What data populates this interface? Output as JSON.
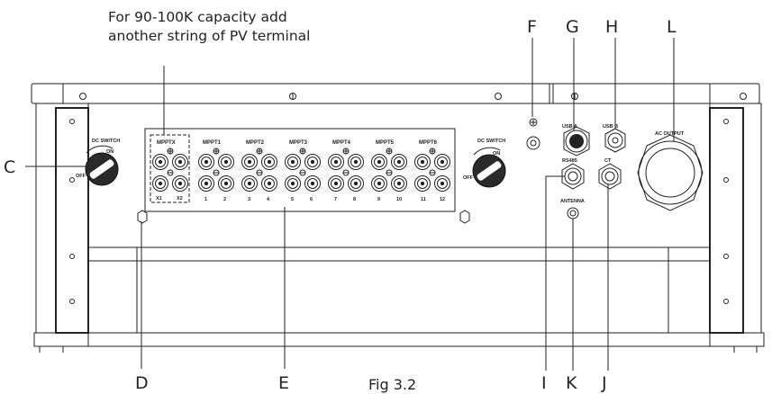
{
  "note": {
    "line1": "For 90-100K capacity add",
    "line2": "another string of PV terminal"
  },
  "caption": "Fig 3.2",
  "callouts": {
    "C": "C",
    "D": "D",
    "E": "E",
    "F": "F",
    "G": "G",
    "H": "H",
    "I": "I",
    "J": "J",
    "K": "K",
    "L": "L"
  },
  "switch_left": {
    "title": "DC SWITCH",
    "on": "ON",
    "off": "OFF"
  },
  "switch_right": {
    "title": "DC SWITCH",
    "on": "ON",
    "off": "OFF"
  },
  "mpptx": {
    "title": "MPPTX",
    "x1": "X1",
    "x2": "X2"
  },
  "mppts": [
    {
      "title": "MPPT1",
      "a": "1",
      "b": "2"
    },
    {
      "title": "MPPT2",
      "a": "3",
      "b": "4"
    },
    {
      "title": "MPPT3",
      "a": "5",
      "b": "6"
    },
    {
      "title": "MPPT4",
      "a": "7",
      "b": "8"
    },
    {
      "title": "MPPT5",
      "a": "9",
      "b": "10"
    },
    {
      "title": "MPPT6",
      "a": "11",
      "b": "12"
    }
  ],
  "ports": {
    "usb_a": "USB A",
    "usb_b": "USB B",
    "rs485": "RS485",
    "ct": "CT",
    "antenna": "ANTENNA",
    "ac_output": "AC OUTPUT"
  }
}
